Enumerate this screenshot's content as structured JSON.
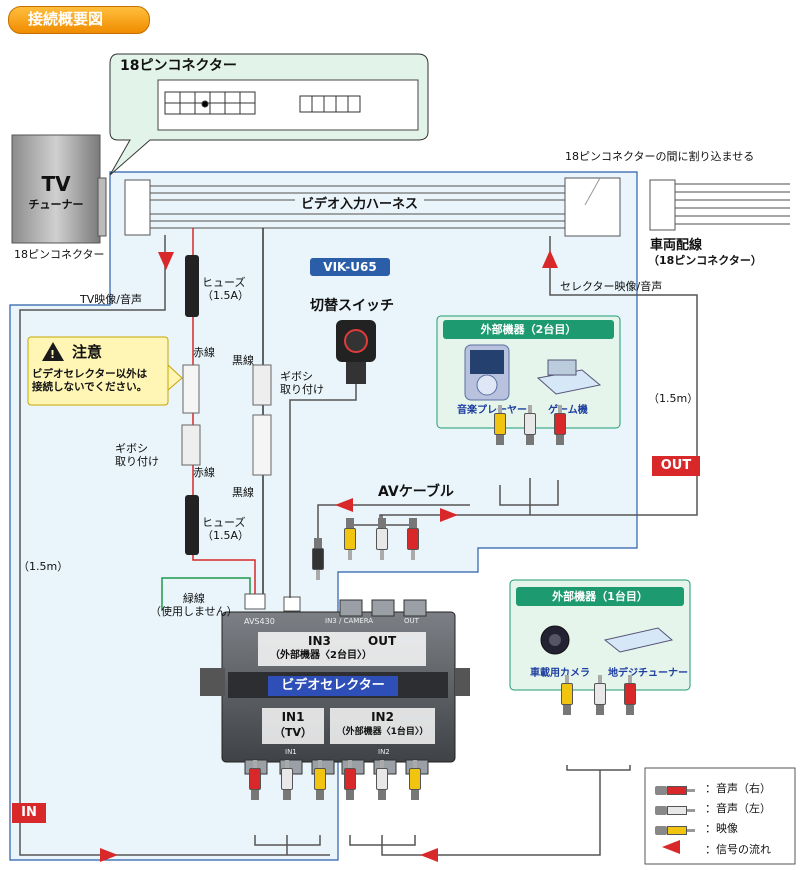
{
  "header": {
    "title": "接続概要図"
  },
  "connector_box": {
    "title": "18ピンコネクター"
  },
  "tv_tuner": {
    "title": "TV",
    "subtitle": "チューナー",
    "connector_label": "18ピンコネクター"
  },
  "harness": {
    "label": "ビデオ入力ハーネス",
    "insert_note": "18ピンコネクターの間に割り込ませる"
  },
  "vehicle_wiring": {
    "label": "車両配線",
    "sublabel": "（18ピンコネクター）"
  },
  "model": {
    "label": "VIK-U65"
  },
  "signals": {
    "tv_av": "TV映像/音声",
    "selector_av": "セレクター映像/音声",
    "length_right": "（1.5m）",
    "length_left": "（1.5m）",
    "out_badge": "OUT",
    "in_badge": "IN"
  },
  "wires": {
    "fuse_top": "ヒューズ\n（1.5A）",
    "fuse_bottom": "ヒューズ\n（1.5A）",
    "red_top": "赤線",
    "red_bottom": "赤線",
    "black_top": "黒線",
    "black_bottom": "黒線",
    "gibosi_right": "ギボシ\n取り付け",
    "gibosi_left": "ギボシ\n取り付け",
    "green": "緑線\n（使用しません）"
  },
  "switch": {
    "label": "切替スイッチ"
  },
  "caution": {
    "title": "注意",
    "text": "ビデオセレクター以外は\n接続しないでください。"
  },
  "external2": {
    "title": "外部機器（2台目）",
    "device_music": "音楽プレーヤー",
    "device_game": "ゲーム機"
  },
  "external1": {
    "title": "外部機器（1台目）",
    "device_camera": "車載用カメラ",
    "device_tuner": "地デジチューナー"
  },
  "av_cable": {
    "label": "AVケーブル"
  },
  "selector": {
    "model": "AVS430",
    "top_label": "IN3 / CAMERA",
    "top_out": "OUT",
    "name": "ビデオセレクター",
    "in3": "IN3",
    "in3_sub": "（外部機器〈2台目〉）",
    "out": "OUT",
    "in1": "IN1",
    "in1_sub": "（TV）",
    "in2": "IN2",
    "in2_sub": "（外部機器〈1台目〉）",
    "bottom_in1": "IN1",
    "bottom_in2": "IN2"
  },
  "legend": {
    "audio_right": "：音声（右）",
    "audio_left": "：音声（左）",
    "video": "：映像",
    "signal_flow": "：信号の流れ"
  },
  "colors": {
    "red_plug": "#d8282a",
    "white_plug": "#e8e8e8",
    "yellow_plug": "#f1c40f",
    "flow_arrow": "#d8282a",
    "panel_bg": "#e9f5fb",
    "panel_border": "#2a5ea8",
    "green_box": "#e5f5ec",
    "green_title": "#1e9a70"
  }
}
